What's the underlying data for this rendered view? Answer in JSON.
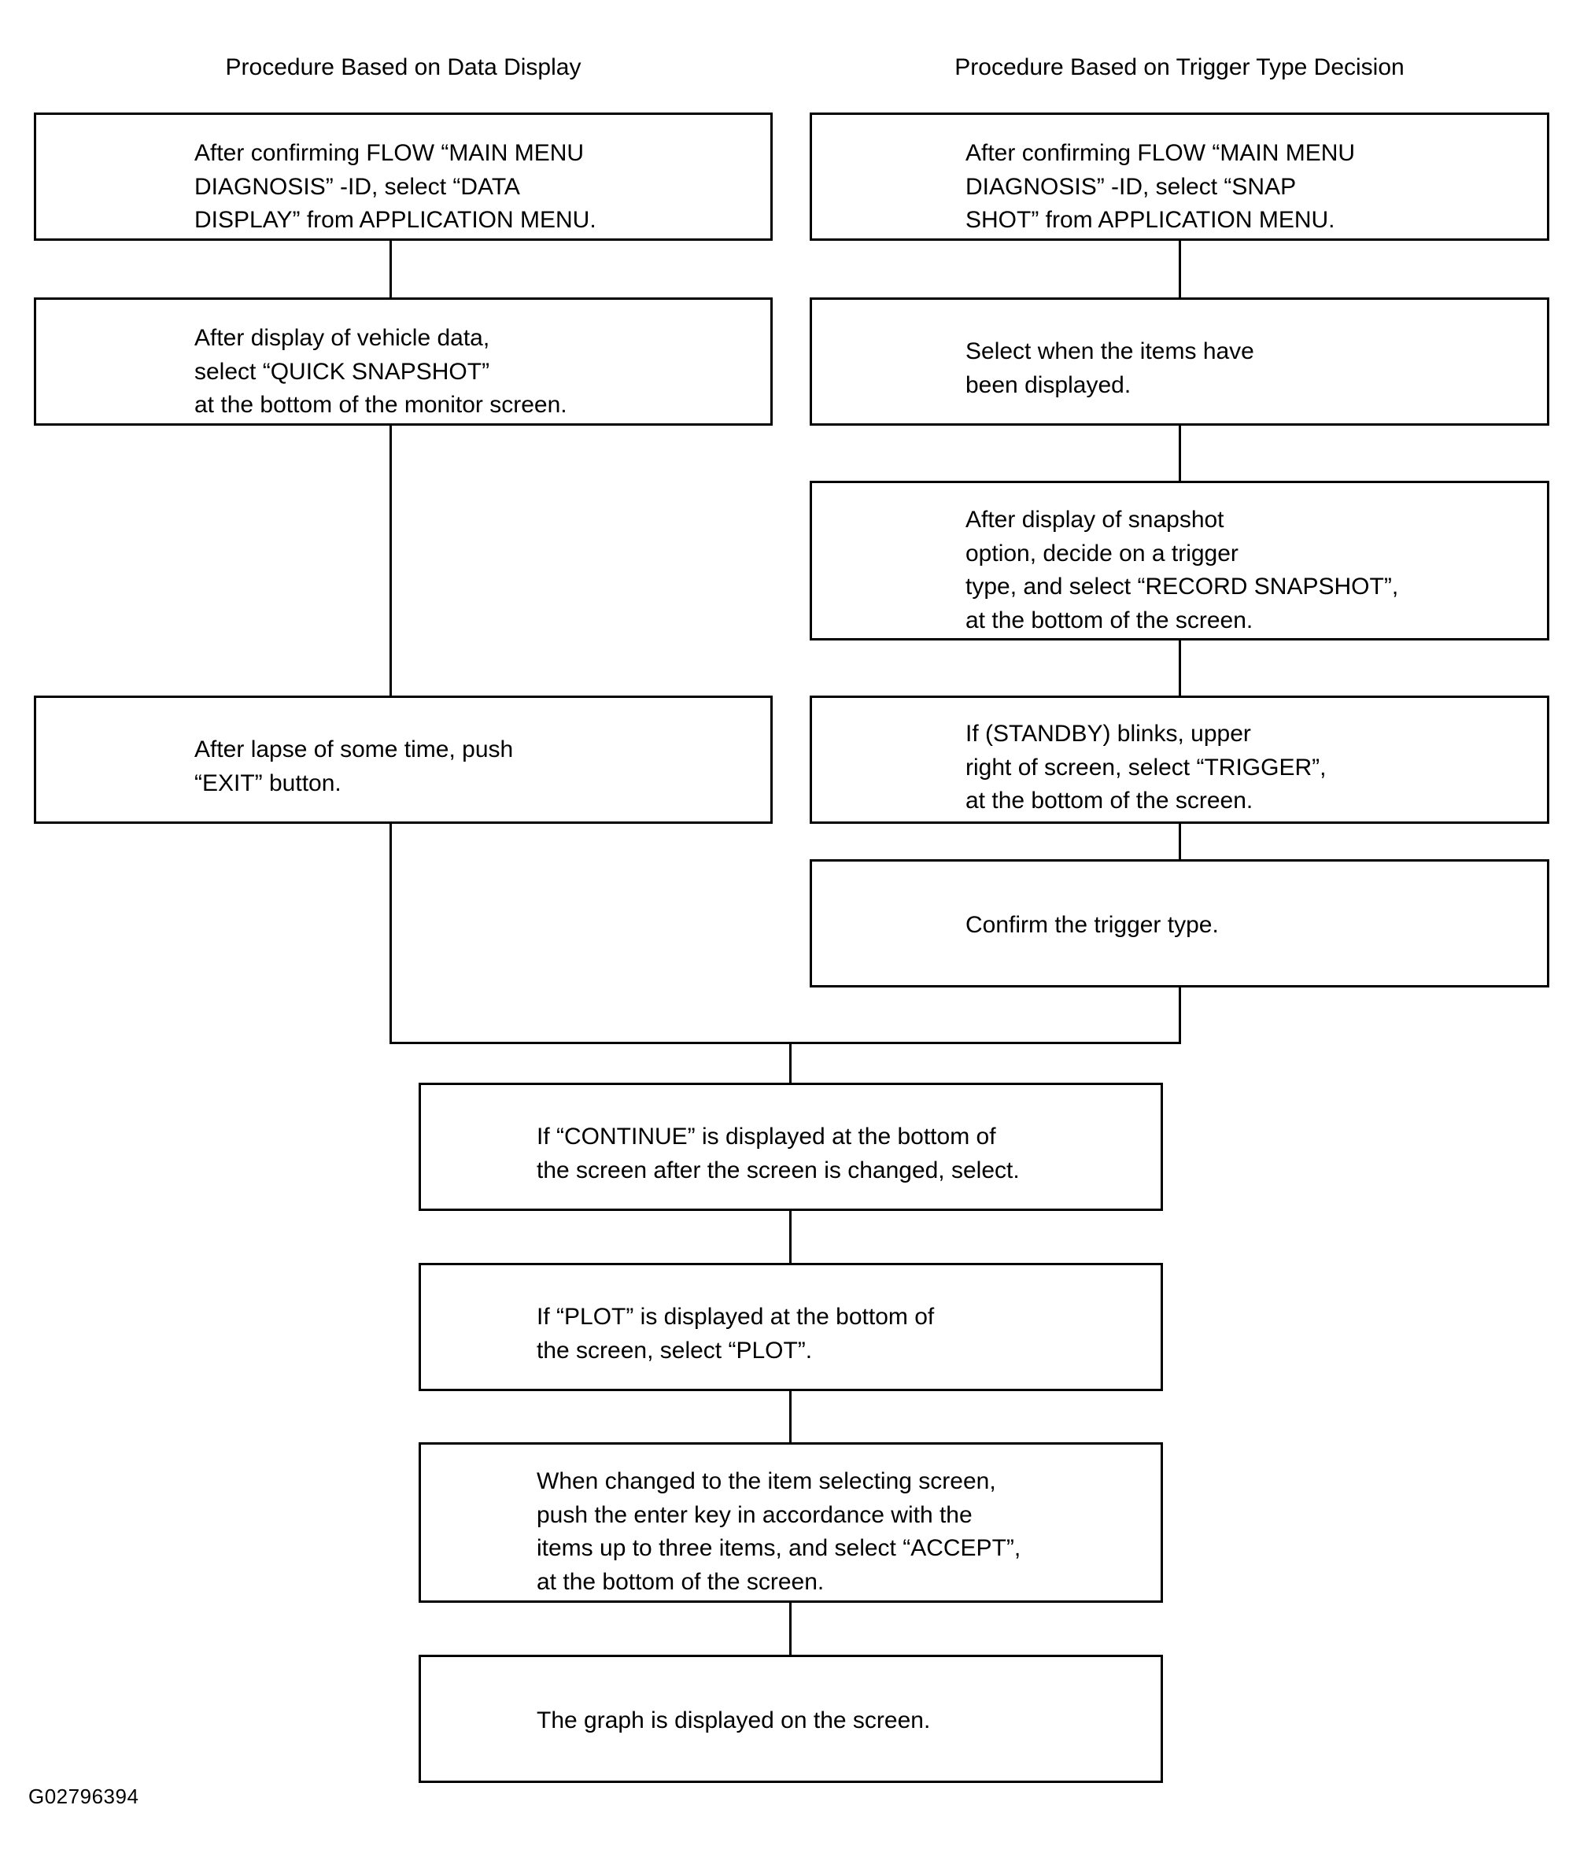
{
  "figure": {
    "id_label": "G02796394"
  },
  "columns": [
    {
      "title": "Procedure Based on Data Display"
    },
    {
      "title": "Procedure Based on Trigger Type Decision"
    }
  ],
  "left_column": {
    "nodes": [
      {
        "text": "After confirming FLOW “MAIN MENU\nDIAGNOSIS” -ID, select “DATA\nDISPLAY” from APPLICATION MENU."
      },
      {
        "text": "After display of vehicle data,\nselect “QUICK SNAPSHOT”\nat the bottom of the monitor screen."
      },
      {
        "text": "After lapse of some time, push\n“EXIT” button."
      }
    ]
  },
  "right_column": {
    "nodes": [
      {
        "text": "After confirming FLOW “MAIN MENU\nDIAGNOSIS” -ID, select “SNAP\nSHOT” from APPLICATION MENU."
      },
      {
        "text": "Select when the items have\nbeen displayed."
      },
      {
        "text": "After display of snapshot\noption, decide on a trigger\ntype, and select “RECORD SNAPSHOT”,\nat the bottom of the screen."
      },
      {
        "text": "If (STANDBY) blinks, upper\nright of screen, select “TRIGGER”,\nat the bottom of the screen."
      },
      {
        "text": "Confirm the trigger type."
      }
    ]
  },
  "merged_column": {
    "nodes": [
      {
        "text": "If “CONTINUE” is displayed at the bottom of\nthe screen after the screen is changed, select."
      },
      {
        "text": "If “PLOT” is displayed at the bottom of\nthe screen, select “PLOT”."
      },
      {
        "text": "When changed to the item selecting screen,\npush the enter key in accordance with the\nitems up to three items, and select “ACCEPT”,\nat the bottom of the screen."
      },
      {
        "text": "The graph is displayed on the screen."
      }
    ]
  }
}
